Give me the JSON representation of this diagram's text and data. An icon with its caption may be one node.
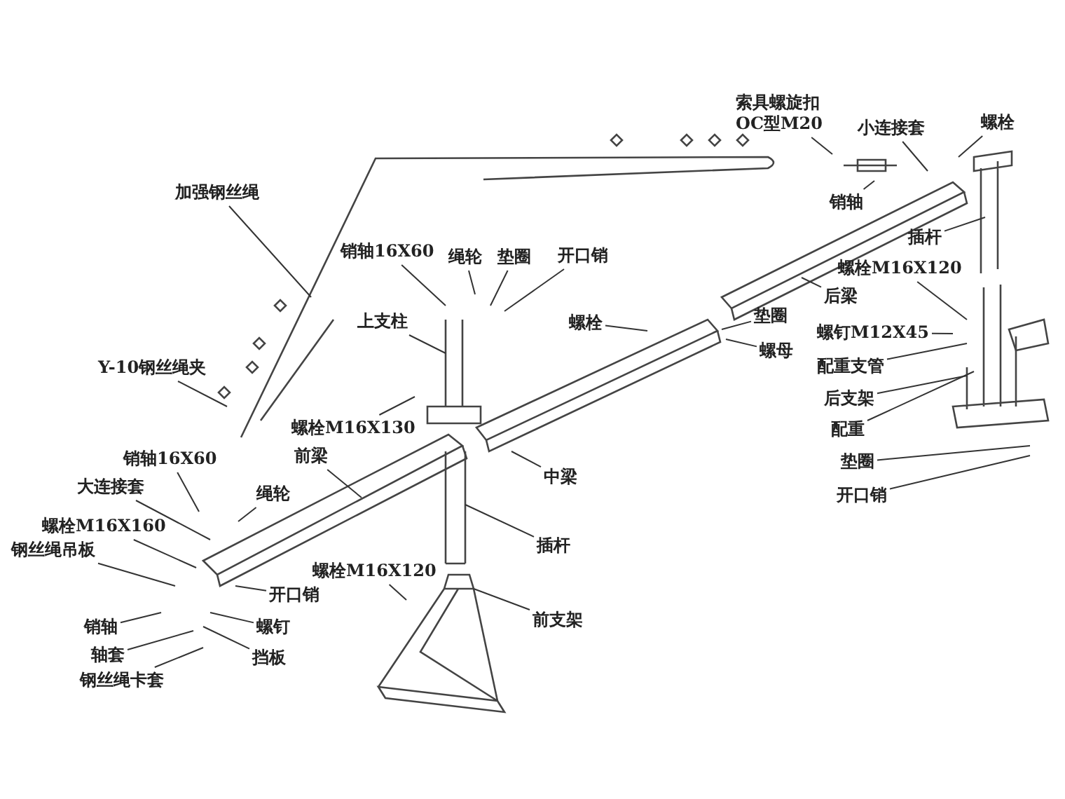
{
  "diagram": {
    "nodes": [
      {
        "text": [
          "索具螺旋扣 OC型M20"
        ]
      },
      {
        "text": [
          "小连接套"
        ]
      },
      {
        "text": [
          "螺栓"
        ]
      },
      {
        "text": [
          "加强钢丝绳"
        ]
      },
      {
        "text": [
          "销轴16X60"
        ]
      },
      {
        "text": [
          "绳轮"
        ]
      },
      {
        "text": [
          "垫圈"
        ]
      },
      {
        "text": [
          "开口销"
        ]
      },
      {
        "text": [
          "销轴"
        ]
      },
      {
        "text": [
          "插杆"
        ]
      },
      {
        "text": [
          "螺栓M16X120"
        ]
      },
      {
        "text": [
          "上支柱"
        ]
      },
      {
        "text": [
          "螺栓"
        ]
      },
      {
        "text": [
          "垫圈"
        ]
      },
      {
        "text": [
          "后梁"
        ]
      },
      {
        "text": [
          "螺钉M12X45"
        ]
      },
      {
        "text": [
          "螺母"
        ]
      },
      {
        "text": [
          "配重支管"
        ]
      },
      {
        "text": [
          "Y-10钢丝绳夹"
        ]
      },
      {
        "text": [
          "后支架"
        ]
      },
      {
        "text": [
          "配重"
        ]
      },
      {
        "text": [
          "螺栓M16X130"
        ]
      },
      {
        "text": [
          "前梁"
        ]
      },
      {
        "text": [
          "销轴16X60"
        ]
      },
      {
        "text": [
          "垫圈"
        ]
      },
      {
        "text": [
          "中梁"
        ]
      },
      {
        "text": [
          "大连接套"
        ]
      },
      {
        "text": [
          "开口销"
        ]
      },
      {
        "text": [
          "绳轮"
        ]
      },
      {
        "text": [
          "螺栓M16X160"
        ]
      },
      {
        "text": [
          "插杆"
        ]
      },
      {
        "text": [
          "钢丝绳吊板"
        ]
      },
      {
        "text": [
          "螺栓M16X120"
        ]
      },
      {
        "text": [
          "开口销"
        ]
      },
      {
        "text": [
          "销轴"
        ]
      },
      {
        "text": [
          "螺钉"
        ]
      },
      {
        "text": [
          "挡板"
        ]
      },
      {
        "text": [
          "轴套"
        ]
      },
      {
        "text": [
          "钢丝绳卡套"
        ]
      },
      {
        "text": [
          "前支架"
        ]
      }
    ],
    "edges": [
      {
        "from": 0,
        "to": null,
        "arrow": "none"
      },
      {
        "from": 1,
        "to": null,
        "arrow": "none"
      },
      {
        "from": 2,
        "to": null,
        "arrow": "none"
      },
      {
        "from": 3,
        "to": null,
        "arrow": "none"
      },
      {
        "from": 4,
        "to": null,
        "arrow": "none"
      },
      {
        "from": 5,
        "to": null,
        "arrow": "none"
      },
      {
        "from": 6,
        "to": null,
        "arrow": "none"
      },
      {
        "from": 7,
        "to": null,
        "arrow": "none"
      },
      {
        "from": 8,
        "to": null,
        "arrow": "none"
      },
      {
        "from": 9,
        "to": null,
        "arrow": "none"
      },
      {
        "from": 10,
        "to": null,
        "arrow": "none"
      },
      {
        "from": 11,
        "to": null,
        "arrow": "none"
      },
      {
        "from": 12,
        "to": null,
        "arrow": "none"
      },
      {
        "from": 13,
        "to": null,
        "arrow": "none"
      },
      {
        "from": 14,
        "to": null,
        "arrow": "none"
      },
      {
        "from": 15,
        "to": null,
        "arrow": "none"
      },
      {
        "from": 16,
        "to": null,
        "arrow": "none"
      },
      {
        "from": 17,
        "to": null,
        "arrow": "none"
      },
      {
        "from": 18,
        "to": null,
        "arrow": "none"
      },
      {
        "from": 19,
        "to": null,
        "arrow": "none"
      },
      {
        "from": 20,
        "to": null,
        "arrow": "none"
      },
      {
        "from": 21,
        "to": null,
        "arrow": "none"
      },
      {
        "from": 22,
        "to": null,
        "arrow": "none"
      },
      {
        "from": 23,
        "to": null,
        "arrow": "none"
      },
      {
        "from": 24,
        "to": null,
        "arrow": "none"
      },
      {
        "from": 25,
        "to": null,
        "arrow": "none"
      },
      {
        "from": 26,
        "to": null,
        "arrow": "none"
      },
      {
        "from": 27,
        "to": null,
        "arrow": "none"
      },
      {
        "from": 28,
        "to": null,
        "arrow": "none"
      },
      {
        "from": 29,
        "to": null,
        "arrow": "none"
      },
      {
        "from": 30,
        "to": null,
        "arrow": "none"
      },
      {
        "from": 31,
        "to": null,
        "arrow": "none"
      },
      {
        "from": 32,
        "to": null,
        "arrow": "none"
      },
      {
        "from": 33,
        "to": null,
        "arrow": "none"
      },
      {
        "from": 34,
        "to": null,
        "arrow": "none"
      },
      {
        "from": 35,
        "to": null,
        "arrow": "none"
      },
      {
        "from": 36,
        "to": null,
        "arrow": "none"
      },
      {
        "from": 37,
        "to": null,
        "arrow": "none"
      },
      {
        "from": 38,
        "to": null,
        "arrow": "none"
      },
      {
        "from": 39,
        "to": null,
        "arrow": "none"
      }
    ]
  }
}
